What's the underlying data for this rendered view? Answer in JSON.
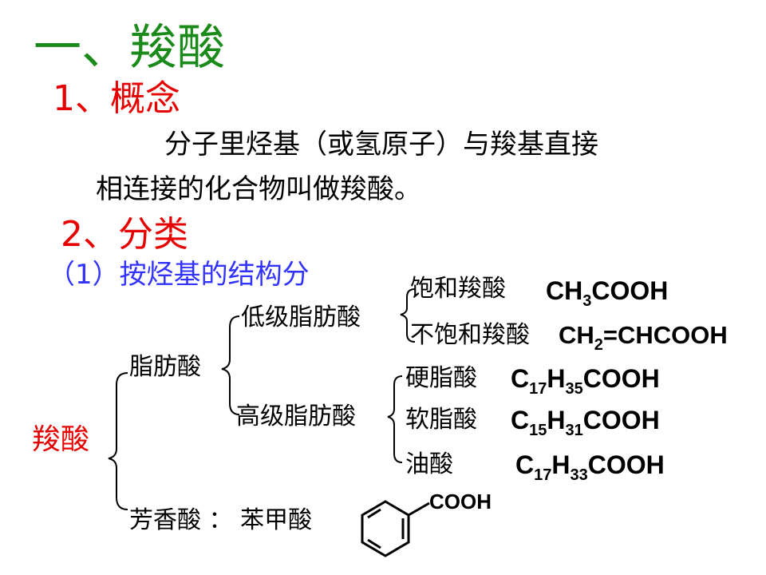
{
  "colors": {
    "title": "#1a8a1a",
    "heading": "#e60000",
    "subheading": "#3333ff",
    "root": "#e60000",
    "text": "#000000"
  },
  "title": "一、羧酸",
  "concept": {
    "heading": "1、概念",
    "line1": "分子里烃基（或氢原子）与羧基直接",
    "line2": "相连接的化合物叫做羧酸。"
  },
  "classification": {
    "heading": "2、分类",
    "subheading": "（1）按烃基的结构分"
  },
  "tree": {
    "root": "羧酸",
    "aliphatic": "脂肪酸",
    "lower": "低级脂肪酸",
    "higher": "高级脂肪酸",
    "aromatic": "芳香酸 ： 苯甲酸",
    "saturated": {
      "name": "饱和羧酸",
      "formula": [
        "CH",
        "3",
        "COOH"
      ]
    },
    "unsaturated": {
      "name": "不饱和羧酸",
      "formula": [
        "CH",
        "2",
        "=CHCOOH"
      ]
    },
    "stearic": {
      "name": "硬脂酸",
      "formula": [
        "C",
        "17",
        "H",
        "35",
        "COOH"
      ]
    },
    "palmitic": {
      "name": "软脂酸",
      "formula": [
        "C",
        "15",
        "H",
        "31",
        "COOH"
      ]
    },
    "oleic": {
      "name": "油酸",
      "formula": [
        "C",
        "17",
        "H",
        "33",
        "COOH"
      ]
    },
    "benzoic_group": "COOH"
  }
}
